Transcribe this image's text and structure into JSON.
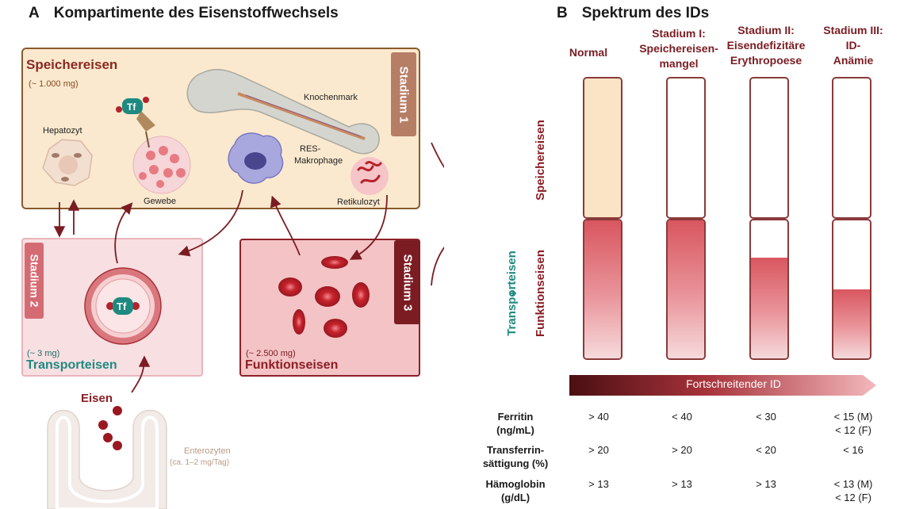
{
  "panel_a": {
    "letter": "A",
    "title": "Kompartimente des Eisenstoffwechsels",
    "storage": {
      "title": "Speichereisen",
      "amount": "(~ 1.000 mg)",
      "stage": "Stadium 1",
      "labels": {
        "hepatocyte": "Hepatozyt",
        "tissue": "Gewebe",
        "bone_marrow": "Knochenmark",
        "res_line1": "RES-",
        "res_line2": "Makrophage",
        "reticulocyte": "Retikulozyt"
      }
    },
    "transport": {
      "title": "Transporteisen",
      "amount": "(~ 3 mg)",
      "stage": "Stadium 2",
      "tf": "Tf"
    },
    "functional": {
      "title": "Funktionseisen",
      "amount": "(~ 2.500 mg)",
      "stage": "Stadium 3"
    },
    "iron_label": "Eisen",
    "enterocytes": {
      "label": "Enterozyten",
      "amount": "(ca. 1–2 mg/Tag)"
    },
    "colors": {
      "storage_bg": "#fbe9cf",
      "transport_bg": "#f8dfe2",
      "functional_bg": "#f4c3c5",
      "arrow": "#7a1c22"
    }
  },
  "panel_b": {
    "letter": "B",
    "title": "Spektrum des IDs",
    "columns": [
      {
        "head": [
          "Normal"
        ],
        "storage_fill": 1.0,
        "functional_fill": 1.0
      },
      {
        "head": [
          "Stadium I:",
          "Speichereisen-",
          "mangel"
        ],
        "storage_fill": 0.0,
        "functional_fill": 1.0
      },
      {
        "head": [
          "Stadium II:",
          "Eisendefizitäre",
          "Erythropoese"
        ],
        "storage_fill": 0.0,
        "functional_fill": 0.73
      },
      {
        "head": [
          "Stadium III:",
          "ID-",
          "Anämie"
        ],
        "storage_fill": 0.0,
        "functional_fill": 0.5
      }
    ],
    "row_labels": {
      "storage": "Speichereisen",
      "transport": "Transporteisen",
      "plus": "+",
      "functional": "Funktionseisen"
    },
    "progress_label": "Fortschreitender ID",
    "table": [
      {
        "label": [
          "Ferritin",
          "(ng/mL)"
        ],
        "values": [
          [
            "> 40"
          ],
          [
            "< 40"
          ],
          [
            "< 30"
          ],
          [
            "< 15 (M)",
            "< 12 (F)"
          ]
        ]
      },
      {
        "label": [
          "Transferrin-",
          "sättigung (%)"
        ],
        "values": [
          [
            "> 20"
          ],
          [
            "> 20"
          ],
          [
            "< 20"
          ],
          [
            "< 16"
          ]
        ]
      },
      {
        "label": [
          "Hämoglobin",
          "(g/dL)"
        ],
        "values": [
          [
            "> 13"
          ],
          [
            "> 13"
          ],
          [
            "> 13"
          ],
          [
            "< 13 (M)",
            "< 12 (F)"
          ]
        ]
      }
    ],
    "colors": {
      "storage_fill": "#fbe4c5",
      "functional_fill": "#d9565f",
      "heading": "#7a1c22",
      "transport_label": "#1e8a80"
    }
  }
}
